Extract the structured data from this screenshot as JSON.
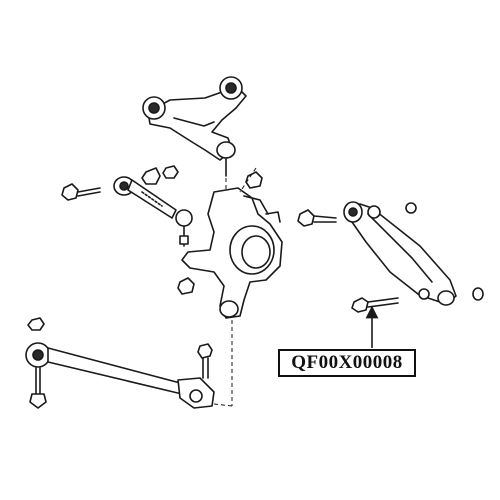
{
  "part_number": "QF00X00008",
  "colors": {
    "line": "#1a1a1a",
    "fill": "#ffffff",
    "shade": "#2a2a2a"
  },
  "components": [
    "upper-control-arm",
    "steering-knuckle",
    "toe-link",
    "lower-control-arm",
    "trailing-rear-arm",
    "mounting-bolt",
    "bushing",
    "nut",
    "washer"
  ]
}
